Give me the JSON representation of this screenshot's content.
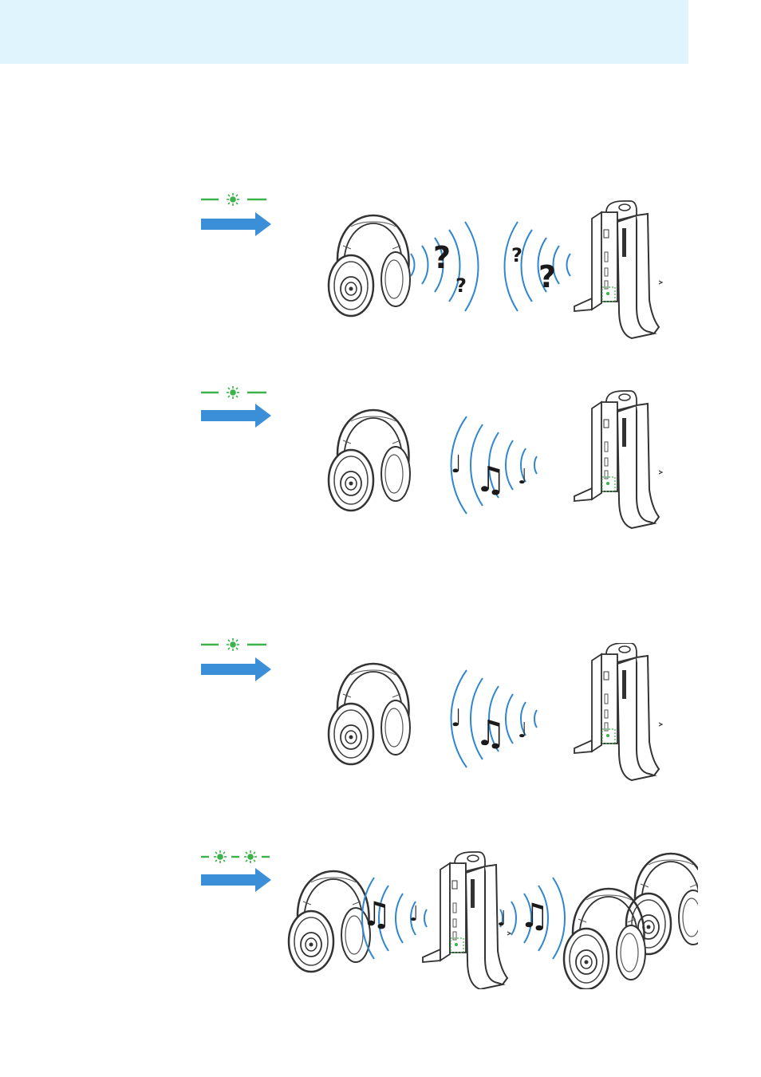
{
  "colors": {
    "header_band": "#dff4fd",
    "led_green": "#3bb34a",
    "arrow_blue": "#3b8fd9",
    "wave_blue": "#2f86cf",
    "line_art": "#333333"
  },
  "icons": {
    "question_mark": "?",
    "single_note": "♩",
    "double_note": "♫"
  },
  "steps": [
    {
      "id": "searching",
      "led": "one-blinking",
      "signal": "question-marks"
    },
    {
      "id": "connected-1",
      "led": "one-steady",
      "signal": "music-notes"
    },
    {
      "id": "connected-2",
      "led": "one-steady",
      "signal": "music-notes"
    },
    {
      "id": "multi-headphone",
      "led": "two-lit",
      "signal": "music-notes-both-sides"
    }
  ]
}
